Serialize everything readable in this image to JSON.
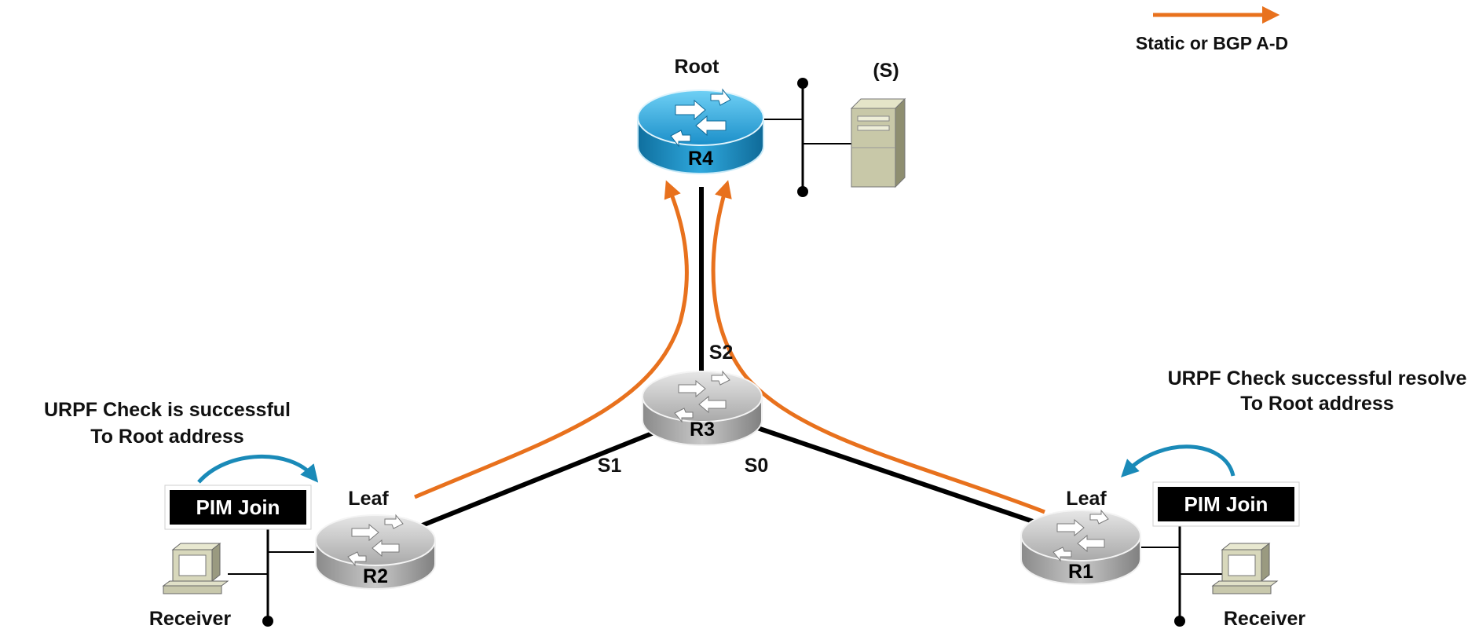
{
  "legend": {
    "label": "Static or BGP A-D",
    "arrow_color": "#e8711d"
  },
  "routers": {
    "r4": {
      "name": "R4",
      "role": "Root"
    },
    "r3": {
      "name": "R3"
    },
    "r2": {
      "name": "R2",
      "role": "Leaf"
    },
    "r1": {
      "name": "R1",
      "role": "Leaf"
    }
  },
  "source": {
    "label": "(S)"
  },
  "interfaces": {
    "s0": "S0",
    "s1": "S1",
    "s2": "S2"
  },
  "left": {
    "urpf_line1": "URPF Check is successful",
    "urpf_line2": "To Root address",
    "pim_join": "PIM Join",
    "receiver": "Receiver"
  },
  "right": {
    "urpf_line1": "URPF Check successful resolve",
    "urpf_line2": "To Root address",
    "pim_join": "PIM Join",
    "receiver": "Receiver"
  },
  "colors": {
    "root_router": "#1b8fc9",
    "router": "#9a9a9a",
    "path": "#e8711d",
    "pim_arrow": "#1a8ab8"
  }
}
